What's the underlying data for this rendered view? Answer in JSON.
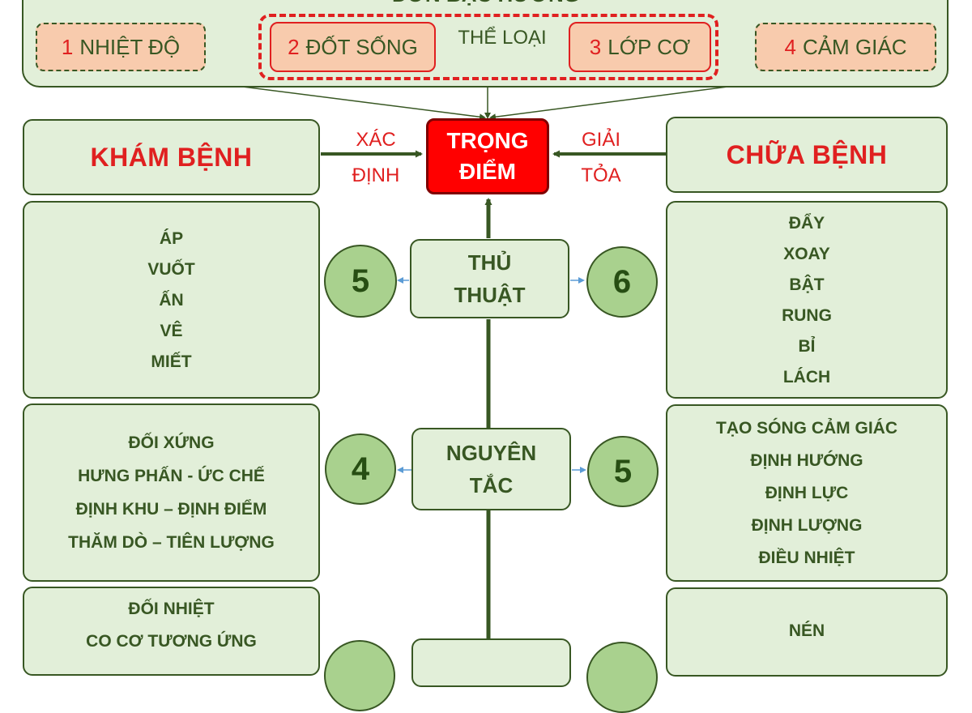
{
  "header": {
    "title": "ĐƠN BẬC HƯỚNG"
  },
  "categories": [
    {
      "num": "1",
      "label": "NHIỆT ĐỘ"
    },
    {
      "num": "2",
      "label": "ĐỐT SỐNG"
    },
    {
      "num": "3",
      "label": "LỚP CƠ"
    },
    {
      "num": "4",
      "label": "CẢM GIÁC"
    }
  ],
  "group_label": "THỂ LOẠI",
  "focus": {
    "line1": "TRỌNG",
    "line2": "ĐIỂM"
  },
  "left_head": "KHÁM BỆNH",
  "right_head": "CHỮA BỆNH",
  "left_arrow": {
    "line1": "XÁC",
    "line2": "ĐỊNH"
  },
  "right_arrow": {
    "line1": "GIẢI",
    "line2": "TỎA"
  },
  "technique": {
    "line1": "THỦ",
    "line2": "THUẬT",
    "left_count": "5",
    "right_count": "6",
    "left_items": [
      "ÁP",
      "VUỐT",
      "ẤN",
      "VÊ",
      "MIẾT"
    ],
    "right_items": [
      "ĐẨY",
      "XOAY",
      "BẬT",
      "RUNG",
      "BỈ",
      "LÁCH"
    ]
  },
  "principle": {
    "line1": "NGUYÊN",
    "line2": "TẮC",
    "left_count": "4",
    "right_count": "5",
    "left_items": [
      "ĐỐI XỨNG",
      "HƯNG PHẤN - ỨC CHẾ",
      "ĐỊNH KHU – ĐỊNH ĐIỂM",
      "THĂM DÒ – TIÊN LƯỢNG"
    ],
    "right_items": [
      "TẠO SÓNG CẢM GIÁC",
      "ĐỊNH HƯỚNG",
      "ĐỊNH LỰC",
      "ĐỊNH LƯỢNG",
      "ĐIỀU NHIỆT"
    ]
  },
  "bottom": {
    "left_items": [
      "ĐỐI NHIỆT",
      "CO CƠ TƯƠNG ỨNG"
    ],
    "right_items": [
      "NÉN"
    ]
  },
  "colors": {
    "green_dark": "#385723",
    "green_fill": "#e2efd9",
    "accent_red": "#e02020",
    "salmon": "#f8cbad",
    "circle_fill": "#a9d18e"
  }
}
